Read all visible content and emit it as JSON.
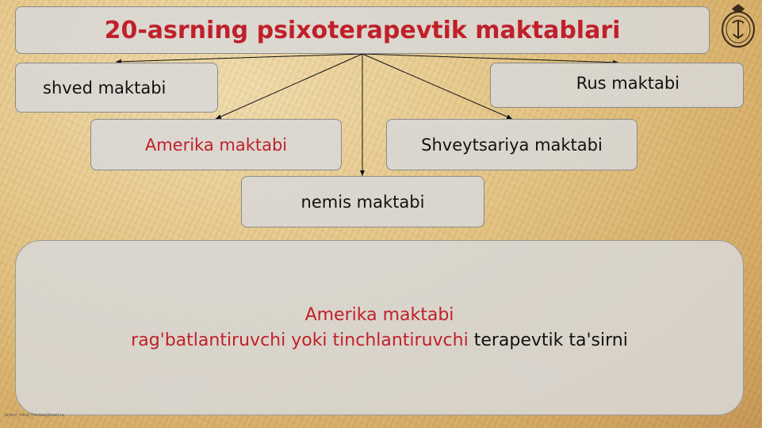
{
  "title": "20-asrning psixoterapevtik maktablari",
  "schools": {
    "shved": "shved maktabi",
    "rus": "Rus maktabi",
    "amerika": "Amerika maktabi",
    "shveytsariya": "Shveytsariya maktabi",
    "nemis": "nemis maktabi"
  },
  "info": {
    "heading": "Amerika maktabi",
    "highlight": "rag'batlantiruvchi yoki tinchlantiruvchi",
    "rest": " terapevtik ta'sirni"
  },
  "footer_note": "prison_mind_fraction@mail.ru",
  "colors": {
    "accent_red": "#c0202a",
    "box_gray": "#d8d8d8",
    "parchment": "#e2c17f"
  },
  "icons": [
    "monogram-emblem-icon"
  ]
}
